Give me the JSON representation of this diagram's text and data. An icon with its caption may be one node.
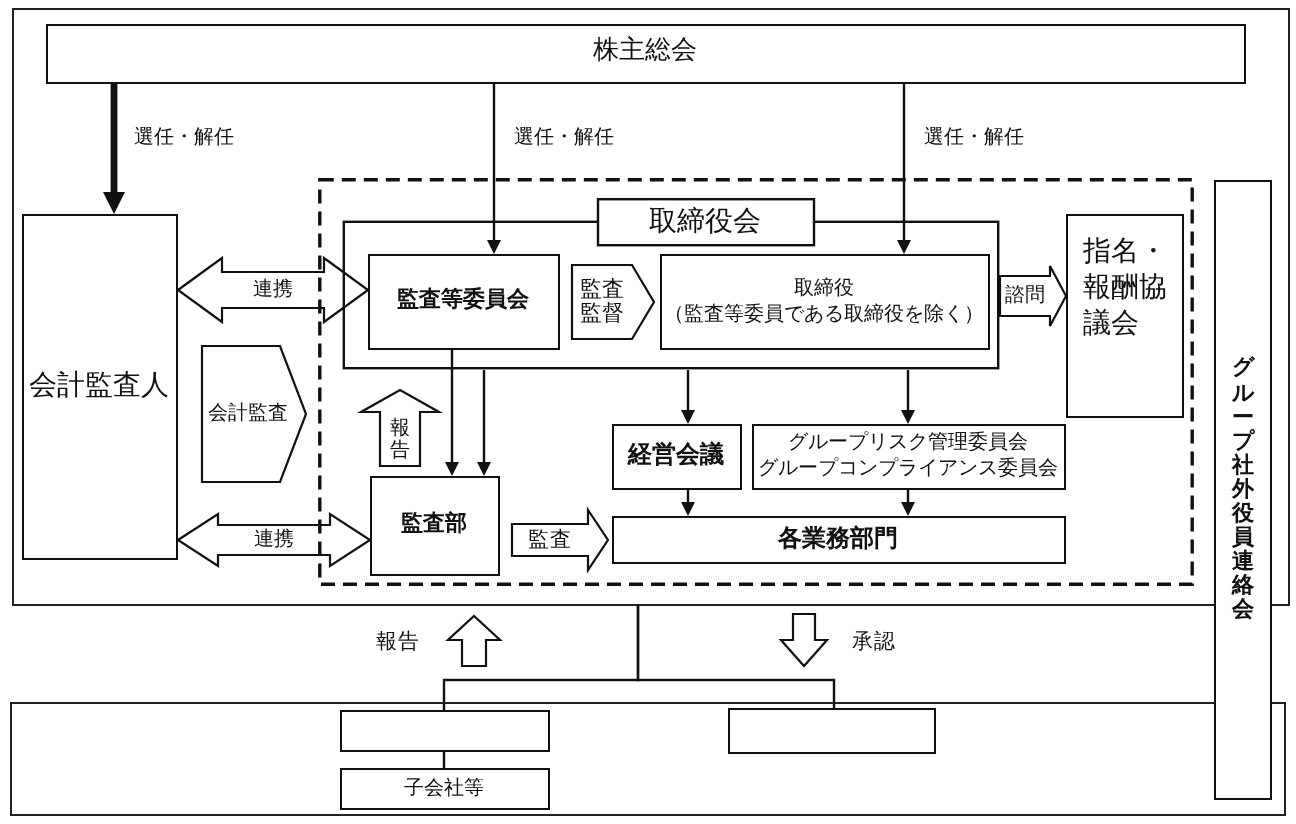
{
  "diagram": {
    "nodes": [
      {
        "text": [],
        "shape": "box"
      },
      {
        "text": [
          "株主総会"
        ],
        "in": 0
      },
      {
        "text": [
          "会計監査人"
        ],
        "in": 0
      },
      {
        "text": [],
        "shape": "box",
        "in": 0
      },
      {
        "text": [
          "取締役会"
        ],
        "in": 3
      },
      {
        "text": [
          "監査等委員会"
        ],
        "in": 4
      },
      {
        "text": [
          "取締役",
          "（監査等委員である取締役を除く）"
        ],
        "in": 4
      },
      {
        "text": [
          "指名・報酬協議会"
        ],
        "in": 3
      },
      {
        "text": [
          "監査部"
        ],
        "in": 3
      },
      {
        "text": [
          "経営会議"
        ],
        "in": 3
      },
      {
        "text": [
          "グループリスク管理委員会",
          "グループコンプライアンス委員会"
        ],
        "in": 3
      },
      {
        "text": [
          "各業務部門"
        ],
        "in": 3
      },
      {
        "text": [
          "グループ社外役員連絡会"
        ]
      },
      {
        "text": [],
        "shape": "box"
      },
      {
        "text": [],
        "shape": "box",
        "in": 13
      },
      {
        "text": [],
        "shape": "box",
        "in": 13
      },
      {
        "text": [
          "子会社等"
        ],
        "in": 13
      }
    ],
    "edges": [
      {
        "from": 1,
        "to": 2,
        "arrow": "to",
        "label": "選任・解任",
        "style": "thick"
      },
      {
        "from": 1,
        "to": 5,
        "arrow": "to",
        "label": "選任・解任"
      },
      {
        "from": 1,
        "to": 6,
        "arrow": "to",
        "label": "選任・解任"
      },
      {
        "from": 2,
        "to": 5,
        "arrow": "both",
        "label": "連携"
      },
      {
        "from": 2,
        "to": 8,
        "arrow": "both",
        "label": "連携"
      },
      {
        "from": 2,
        "to": 3,
        "arrow": "to",
        "label": "会計監査"
      },
      {
        "from": 8,
        "to": 5,
        "arrow": "to",
        "label": "報告"
      },
      {
        "from": 5,
        "to": 6,
        "arrow": "to",
        "label": "監査監督"
      },
      {
        "from": 4,
        "to": 7,
        "arrow": "to",
        "label": "諮問"
      },
      {
        "from": 5,
        "to": 8,
        "arrow": "to"
      },
      {
        "from": 4,
        "to": 8,
        "arrow": "to"
      },
      {
        "from": 4,
        "to": 9,
        "arrow": "to"
      },
      {
        "from": 4,
        "to": 10,
        "arrow": "to"
      },
      {
        "from": 9,
        "to": 11,
        "arrow": "to"
      },
      {
        "from": 10,
        "to": 11,
        "arrow": "to"
      },
      {
        "from": 8,
        "to": 11,
        "arrow": "to",
        "label": "監査"
      },
      {
        "from": 13,
        "to": 0,
        "arrow": "to",
        "label": "報告"
      },
      {
        "from": 0,
        "to": 13,
        "arrow": "to",
        "label": "承認"
      },
      {
        "from": 0,
        "to": 14,
        "arrow": "none"
      },
      {
        "from": 0,
        "to": 15,
        "arrow": "none"
      },
      {
        "from": 14,
        "to": 16,
        "arrow": "none"
      }
    ]
  }
}
